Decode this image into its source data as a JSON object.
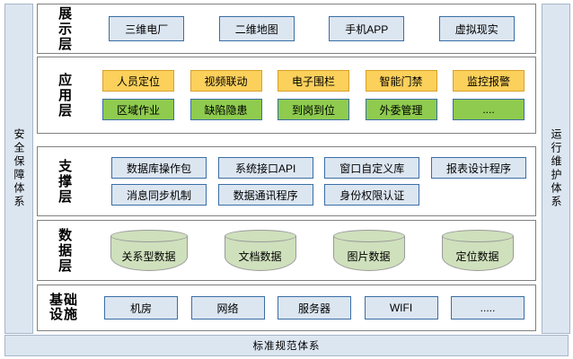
{
  "sides": {
    "left_label": "安全保障体系",
    "right_label": "运行维护体系"
  },
  "bottom": {
    "label": "标准规范体系"
  },
  "colors": {
    "panel_border": "#808080",
    "blue_fill": "#dce6f1",
    "blue_border": "#3a6ea5",
    "yellow_fill": "#fbd05b",
    "yellow_border": "#d9a02a",
    "green_fill": "#8ecb4e",
    "cylinder_fill": "#cfe0bc",
    "cylinder_border": "#9a9a9a",
    "side_fill": "#dce6f1"
  },
  "layers": [
    {
      "name": "presentation",
      "label": "展示层",
      "rows": [
        {
          "style": "blue",
          "items": [
            "三维电厂",
            "二维地图",
            "手机APP",
            "虚拟现实"
          ]
        }
      ]
    },
    {
      "name": "application",
      "label": "应用层",
      "rows": [
        {
          "style": "yellow",
          "items": [
            "人员定位",
            "视频联动",
            "电子围栏",
            "智能门禁",
            "监控报警"
          ]
        },
        {
          "style": "green",
          "items": [
            "区域作业",
            "缺陷隐患",
            "到岗到位",
            "外委管理",
            "...."
          ]
        }
      ]
    },
    {
      "name": "support",
      "label": "支撑层",
      "rows": [
        {
          "style": "blue",
          "items": [
            "数据库操作包",
            "系统接口API",
            "窗口自定义库",
            "报表设计程序"
          ]
        },
        {
          "style": "blue",
          "items": [
            "消息同步机制",
            "数据通讯程序",
            "身份权限认证",
            ""
          ]
        }
      ]
    },
    {
      "name": "data",
      "label": "数据层",
      "rows": [
        {
          "style": "cylinder",
          "items": [
            "关系型数据",
            "文档数据",
            "图片数据",
            "定位数据"
          ]
        }
      ]
    },
    {
      "name": "infrastructure",
      "label": "基础设施",
      "rows": [
        {
          "style": "blue",
          "items": [
            "机房",
            "网络",
            "服务器",
            "WIFI",
            "....."
          ]
        }
      ]
    }
  ]
}
